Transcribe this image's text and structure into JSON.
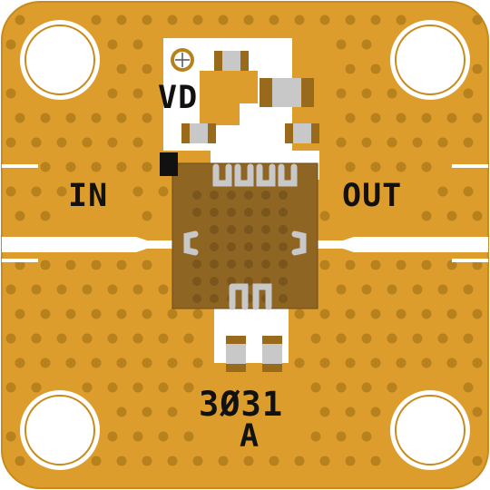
{
  "board": {
    "labels": {
      "supply": "VD",
      "input": "IN",
      "output": "OUT",
      "part_number": "3Ø31",
      "revision": "A"
    },
    "colors": {
      "substrate": "#dc9d2c",
      "substrate_edge": "#c98a1c",
      "via": "#b7811d",
      "trace": "#ffffff",
      "chip": "#8e6523",
      "chip_pad": "#c8c8c8",
      "capacitor_body": "#c8c8c8",
      "capacitor_terminal": "#9a6a1c",
      "silkscreen": "#111111"
    }
  }
}
